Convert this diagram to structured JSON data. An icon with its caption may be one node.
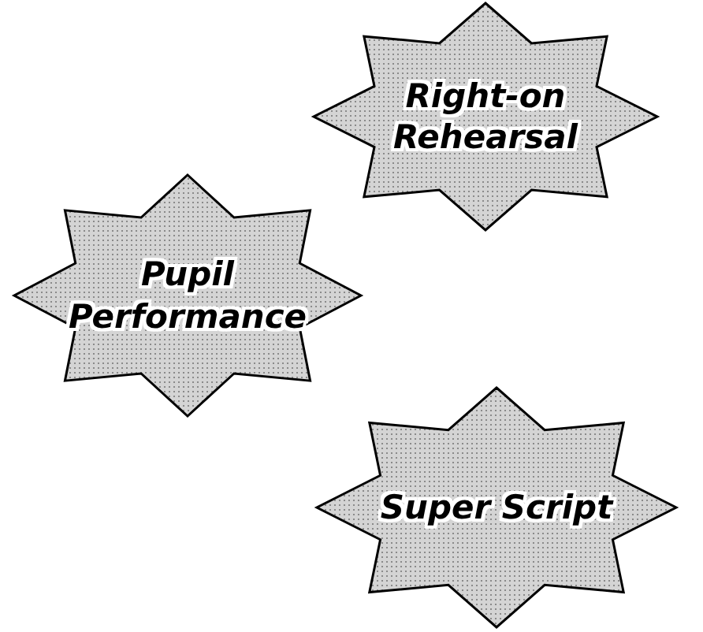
{
  "diagram": {
    "nodes": [
      {
        "text": [
          "Right-on Rehearsal"
        ]
      },
      {
        "text": [
          "Pupil Performance"
        ]
      },
      {
        "text": [
          "Super Script"
        ]
      }
    ]
  }
}
